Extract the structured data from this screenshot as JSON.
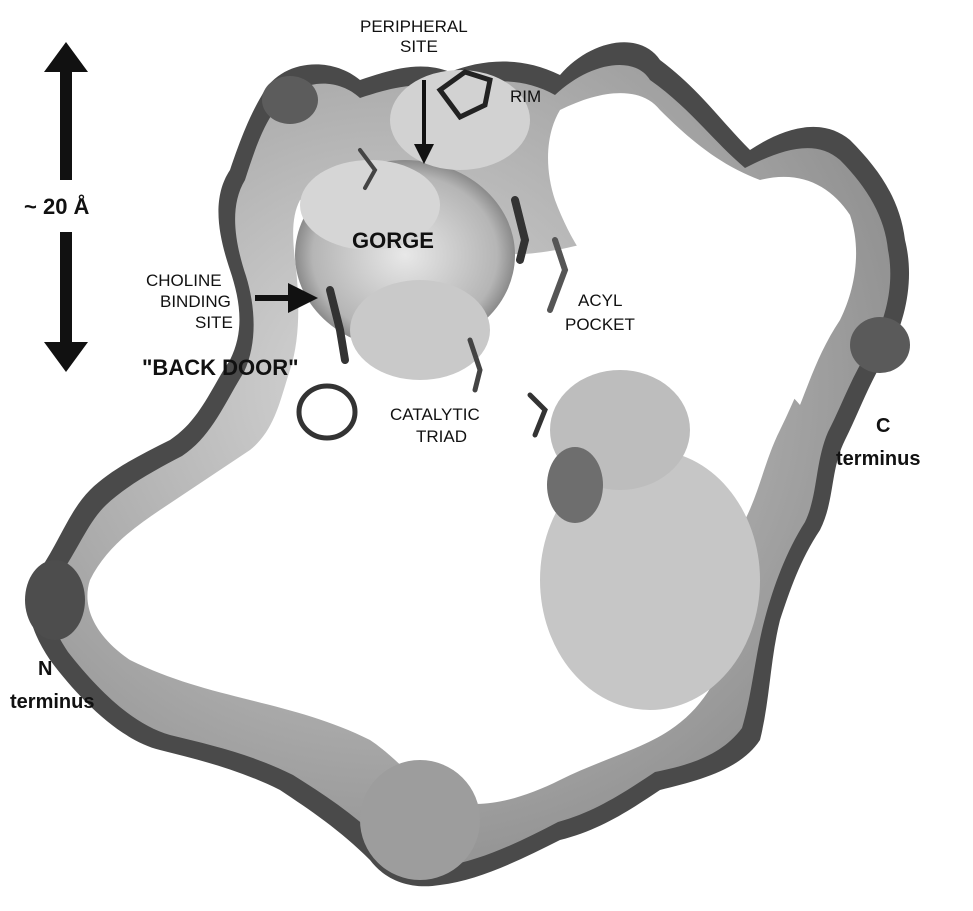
{
  "figure": {
    "scale_label": "~ 20 Å",
    "labels": {
      "peripheral_site_line1": "PERIPHERAL",
      "peripheral_site_line2": "SITE",
      "rim": "RIM",
      "gorge": "GORGE",
      "choline_line1": "CHOLINE",
      "choline_line2": "BINDING",
      "choline_line3": "SITE",
      "back_door": "\"BACK DOOR\"",
      "acyl_line1": "ACYL",
      "acyl_line2": "POCKET",
      "catalytic_line1": "CATALYTIC",
      "catalytic_line2": "TRIAD",
      "c_terminus_line1": "C",
      "c_terminus_line2": "terminus",
      "n_terminus_line1": "N",
      "n_terminus_line2": "terminus"
    }
  }
}
